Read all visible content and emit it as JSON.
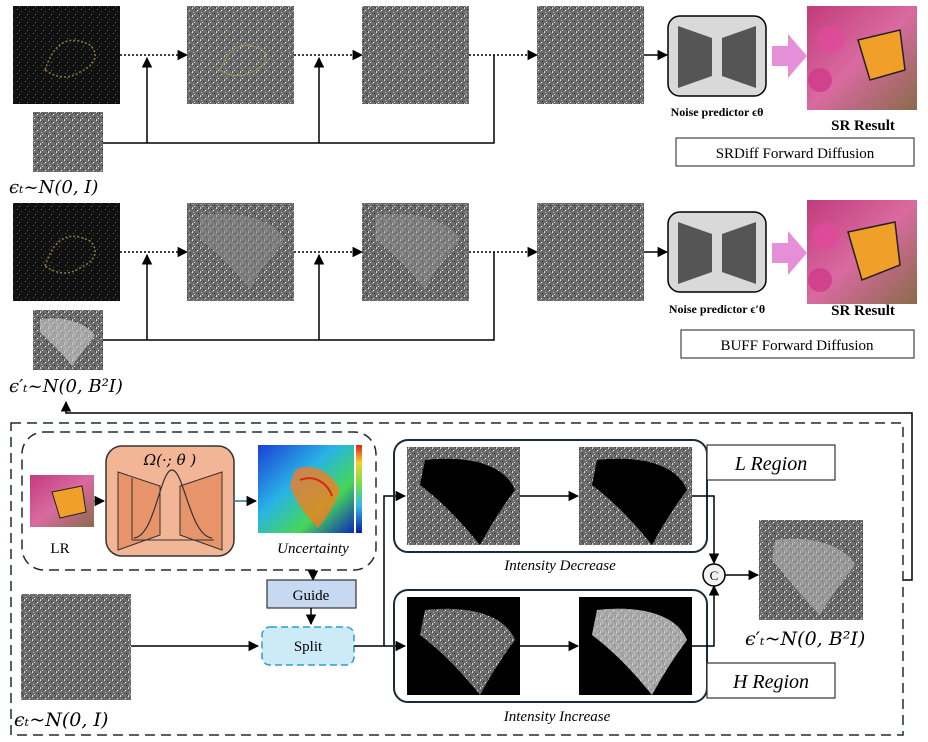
{
  "srdiff": {
    "predictor_label": "Noise predictor ϵθ",
    "result_label": "SR Result",
    "caption": "SRDiff Forward Diffusion",
    "noise_formula": "ϵₜ~N(0, I)"
  },
  "buff": {
    "predictor_label": "Noise predictor ϵ′θ",
    "result_label": "SR Result",
    "caption": "BUFF Forward Diffusion",
    "noise_formula": "ϵ′ₜ~N(0, B²I)"
  },
  "bottom": {
    "lr_label": "LR",
    "omega_label": "Ω(·; θ )",
    "uncertainty_label": "Uncertainty",
    "guide_label": "Guide",
    "split_label": "Split",
    "input_formula": "ϵₜ~N(0, I)",
    "l_region_label": "L Region",
    "h_region_label": "H Region",
    "intensity_decrease_label": "Intensity Decrease",
    "intensity_increase_label": "Intensity Increase",
    "concat_symbol": "C",
    "output_formula": "ϵ′ₜ~N(0, B²I)"
  },
  "colors": {
    "predictor_fill": "#d9d9d9",
    "predictor_inner": "#555555",
    "arrow_pink": "#e58fd8",
    "omega_fill": "#f2b596",
    "omega_inner": "#e8946a",
    "guide_fill": "#c7d9f0",
    "split_fill": "#cdeaf7",
    "line": "#000000"
  }
}
